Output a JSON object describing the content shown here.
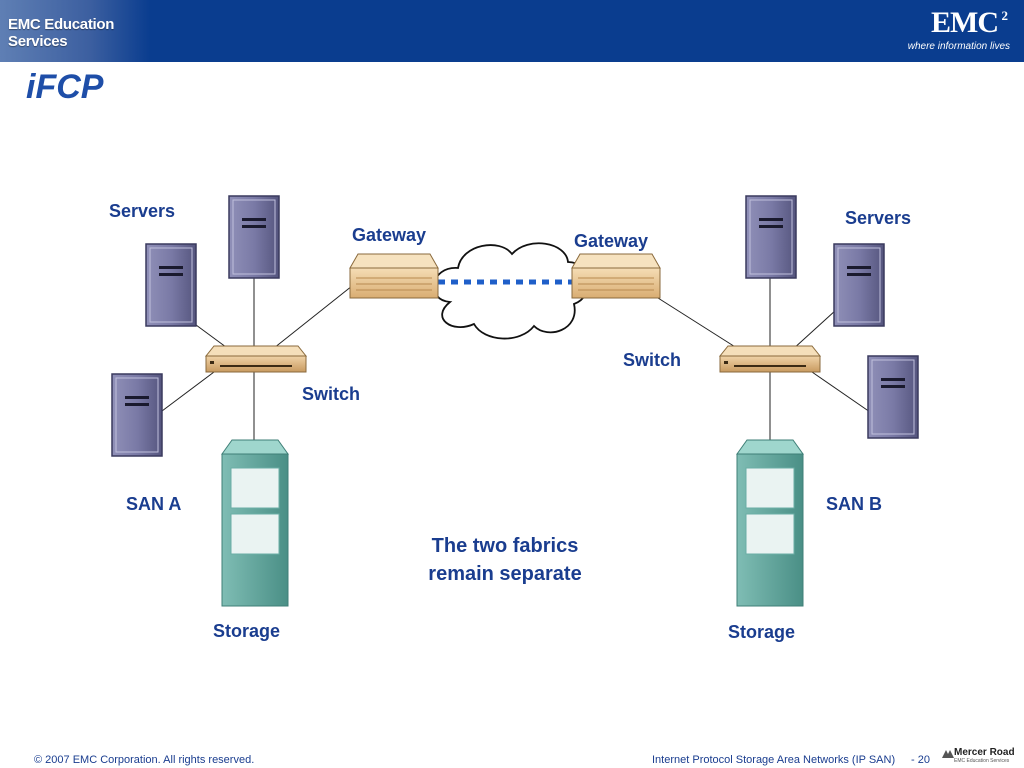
{
  "header": {
    "left_logo": "EMC Education Services",
    "emc_wordmark": "EMC",
    "emc_superscript": "2",
    "emc_tagline": "where information lives"
  },
  "title": "iFCP",
  "labels": {
    "servers_left": "Servers",
    "servers_right": "Servers",
    "gateway_left": "Gateway",
    "gateway_right": "Gateway",
    "switch_left": "Switch",
    "switch_right": "Switch",
    "san_a": "SAN A",
    "san_b": "SAN B",
    "storage_left": "Storage",
    "storage_right": "Storage"
  },
  "note": {
    "line1": "The two fabrics",
    "line2": "remain separate"
  },
  "footer": {
    "copyright": "© 2007 EMC Corporation. All rights reserved.",
    "course": "Internet Protocol Storage Area Networks (IP SAN)",
    "page": "- 20",
    "logo_title": "Mercer Road",
    "logo_subtitle": "EMC Education Services"
  },
  "colors": {
    "header_bg": "#0a3d8f",
    "label_text": "#1a3d8f",
    "title_text": "#1e4ea8",
    "server_body": "#6f6f9a",
    "storage_body": "#5aa39a",
    "gateway_body": "#e9c99a",
    "link_dotted": "#1f5fc9"
  }
}
